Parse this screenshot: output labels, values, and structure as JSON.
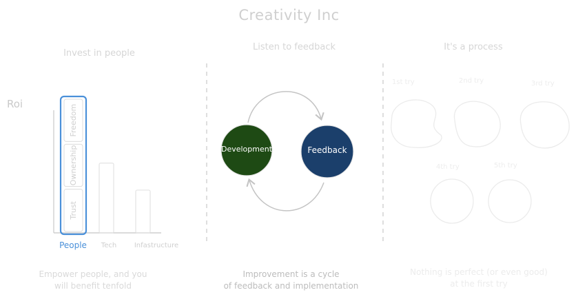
{
  "title": "Creativity Inc",
  "columns": {
    "people": {
      "heading": "Invest in people",
      "footer_line1": "Empower people, and you",
      "footer_line2": "will benefit tenfold"
    },
    "feedback": {
      "heading": "Listen to feedback",
      "footer_line1": "Improvement is a cycle",
      "footer_line2": "of feedback and implementation"
    },
    "process": {
      "heading": "It's a process",
      "footer_line1": "Nothing is perfect (or even good)",
      "footer_line2": "at the first try"
    }
  },
  "chart_data": {
    "type": "bar",
    "ylabel": "Roi",
    "categories": [
      "People",
      "Tech",
      "Infastructure"
    ],
    "values": [
      3,
      1.55,
      0.95
    ],
    "highlighted_category": "People",
    "stack_segments": [
      "Trust",
      "Ownership",
      "Freedom"
    ],
    "colors": {
      "highlight": "#4a90d9",
      "muted": "#e3e3e3"
    }
  },
  "cycle": {
    "nodes": [
      {
        "label": "Development",
        "color": "#1e4a14"
      },
      {
        "label": "Feedback",
        "color": "#1b3f6b"
      }
    ]
  },
  "attempts": [
    "1st try",
    "2nd try",
    "3rd try",
    "4th try",
    "5th try"
  ]
}
